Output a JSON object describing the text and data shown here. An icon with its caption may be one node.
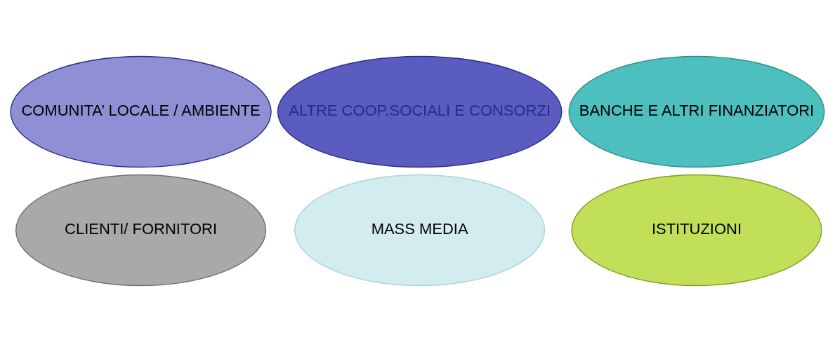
{
  "diagram": {
    "nodes": [
      {
        "text": [
          "COMUNITA’ LOCALE / AMBIENTE"
        ]
      },
      {
        "text": [
          "ALTRE COOP.SOCIALI E CONSORZI"
        ]
      },
      {
        "text": [
          "BANCHE E ALTRI FINANZIATORI"
        ]
      },
      {
        "text": [
          "ISTITUZIONI"
        ]
      },
      {
        "text": [
          "MASS MEDIA"
        ]
      },
      {
        "text": [
          "CLIENTI/ FORNITORI"
        ]
      }
    ],
    "edges": []
  }
}
